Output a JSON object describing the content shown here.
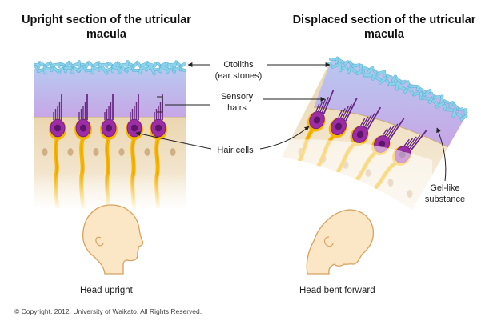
{
  "titles": {
    "left": "Upright section of the utricular macula",
    "right": "Displaced section of the utricular macula"
  },
  "labels": {
    "otoliths_line1": "Otoliths",
    "otoliths_line2": "(ear stones)",
    "sensory_line1": "Sensory",
    "sensory_line2": "hairs",
    "hair_cells": "Hair cells",
    "gel_line1": "Gel-like",
    "gel_line2": "substance"
  },
  "captions": {
    "left": "Head upright",
    "right": "Head bent forward"
  },
  "copyright": "© Copyright. 2012. University of Waikato. All Rights Reserved.",
  "colors": {
    "gel_top": "#b8c9f0",
    "gel_bottom": "#c3a4e4",
    "otolith": "#8dd3ec",
    "tissue": "#ecd9b5",
    "nerve": "#f7b500",
    "cell_body": "#9c2da6",
    "nucleus": "#5c1568",
    "hair": "#6a2a85",
    "head_fill": "#fbe7c6",
    "head_stroke": "#d8a25f"
  }
}
